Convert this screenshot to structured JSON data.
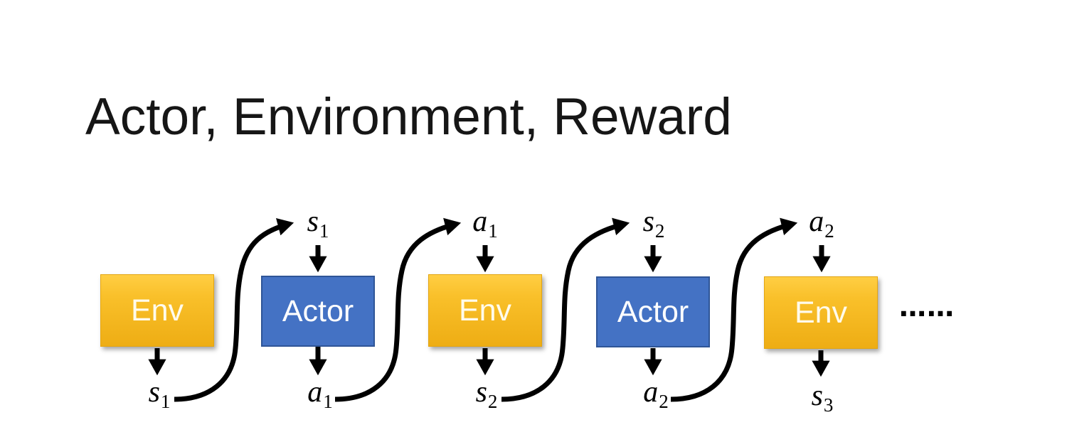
{
  "title": "Actor, Environment, Reward",
  "colors": {
    "env_gradient_top": "#FFCE43",
    "env_gradient_bottom": "#EEAD14",
    "env_text": "#FFFBEC",
    "actor_fill": "#4472C4",
    "actor_border": "#2F5597",
    "actor_text": "#FFFFFF",
    "arrow": "#000000",
    "title_text": "#161616",
    "background": "#FFFFFF"
  },
  "diagram": {
    "boxes": [
      {
        "label": "Env",
        "type": "env"
      },
      {
        "label": "Actor",
        "type": "actor"
      },
      {
        "label": "Env",
        "type": "env"
      },
      {
        "label": "Actor",
        "type": "actor"
      },
      {
        "label": "Env",
        "type": "env"
      }
    ],
    "top_labels": [
      {
        "base": "s",
        "sub": "1"
      },
      {
        "base": "a",
        "sub": "1"
      },
      {
        "base": "s",
        "sub": "2"
      },
      {
        "base": "a",
        "sub": "2"
      }
    ],
    "bottom_labels": [
      {
        "base": "s",
        "sub": "1"
      },
      {
        "base": "a",
        "sub": "1"
      },
      {
        "base": "s",
        "sub": "2"
      },
      {
        "base": "a",
        "sub": "2"
      },
      {
        "base": "s",
        "sub": "3"
      }
    ],
    "ellipsis": "……"
  }
}
